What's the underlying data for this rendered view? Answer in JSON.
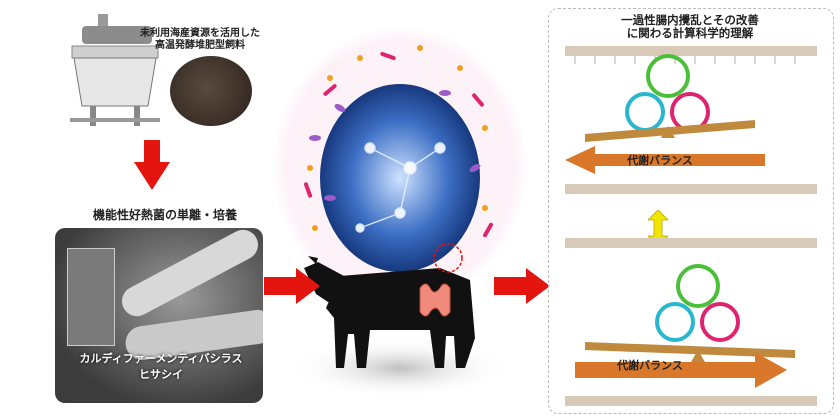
{
  "labels": {
    "compost_title": "未利用海産資源を活用した\n高温発酵堆肥型飼料",
    "isolation_title": "機能性好熱菌の単離・培養",
    "bacteria_name": "カルディファーメンティバシラス\nヒサシイ",
    "research_title": "一過性腸内攪乱とその改善\nに関わる計算科学的理解",
    "balance_top": "代謝バランス",
    "balance_bottom": "代謝バランス"
  },
  "colors": {
    "red_arrow": "#e4140e",
    "orange_arrow": "#d9772a",
    "cycle_green": "#4bbf3a",
    "cycle_cyan": "#29b6cf",
    "cycle_pink": "#e0236e",
    "beam": "#c08a3e",
    "yellow_arrow": "#f2e600",
    "cow": "#111111",
    "glow": "#f6c9de"
  }
}
